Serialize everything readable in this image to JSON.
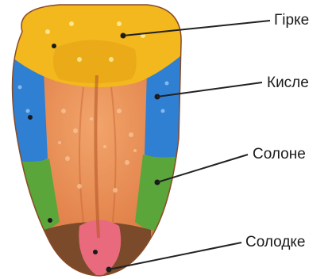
{
  "labels": {
    "bitter": "Гірке",
    "sour": "Кисле",
    "salty": "Солоне",
    "sweet": "Солодке"
  },
  "zones": {
    "bitter": {
      "label_ref": "labels.bitter",
      "color": "#f2b81e"
    },
    "sour": {
      "label_ref": "labels.sour",
      "color": "#2f7fd3"
    },
    "salty": {
      "label_ref": "labels.salty",
      "color": "#5aa63a"
    },
    "sweet": {
      "label_ref": "labels.sweet",
      "color": "#e86a7c"
    }
  },
  "colors": {
    "center": "#e8894e",
    "tip": "#7a4a2a",
    "leader": "#222222"
  }
}
